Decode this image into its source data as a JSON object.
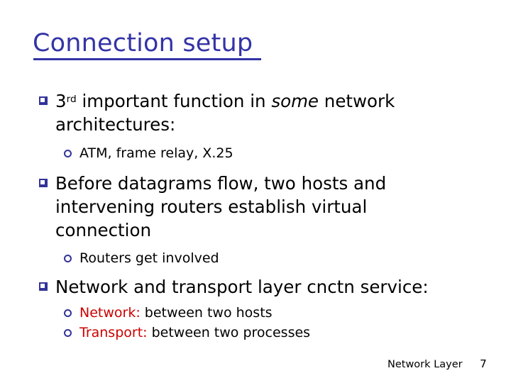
{
  "slide": {
    "title": "Connection setup",
    "title_color": "#3333a6",
    "accent_bullet_color": "#333399",
    "highlight_color": "#cc0000",
    "background_color": "#ffffff"
  },
  "bullets": {
    "b1": {
      "number": "3",
      "ordinal_suffix": "rd",
      "text_before_italic": " important function in ",
      "italic_word": "some",
      "text_after_italic": " network architectures:"
    },
    "b1_sub1": "ATM, frame relay, X.25",
    "b2": "Before datagrams flow, two hosts and intervening routers establish virtual connection",
    "b2_sub1": "Routers get involved",
    "b3": "Network and transport layer cnctn service:",
    "b3_sub1": {
      "label": "Network:",
      "rest": " between two hosts"
    },
    "b3_sub2": {
      "label": "Transport:",
      "rest": " between two processes"
    }
  },
  "footer": {
    "label": "Network Layer",
    "page": "7"
  }
}
